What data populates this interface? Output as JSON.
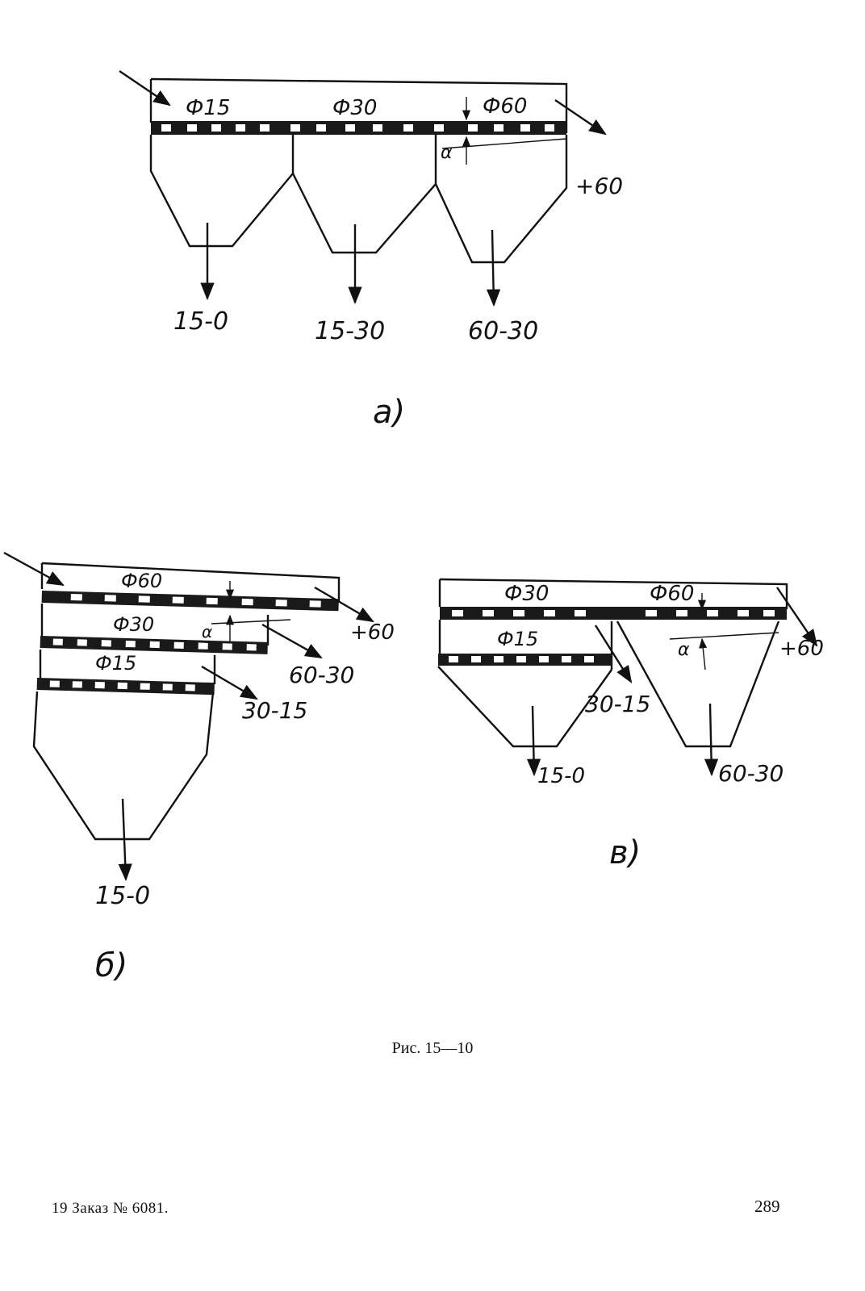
{
  "figure": {
    "a": {
      "letter": "a)",
      "sieves": [
        "Ф15",
        "Ф30",
        "Ф60"
      ],
      "outputs": [
        "15-0",
        "15-30",
        "60-30"
      ],
      "oversize": "+60",
      "angle": "α"
    },
    "b": {
      "letter": "б)",
      "sieves": [
        "Ф60",
        "Ф30",
        "Ф15"
      ],
      "outputs": [
        "+60",
        "60-30",
        "30-15",
        "15-0"
      ],
      "angle": "α"
    },
    "v": {
      "letter": "в)",
      "sieves": [
        "Ф30",
        "Ф60",
        "Ф15"
      ],
      "outputs": [
        "+60",
        "30-15",
        "15-0",
        "60-30"
      ],
      "angle": "α"
    }
  },
  "caption": "Рис. 15—10",
  "footer": {
    "left": "19 Заказ № 6081.",
    "page_number": "289"
  }
}
